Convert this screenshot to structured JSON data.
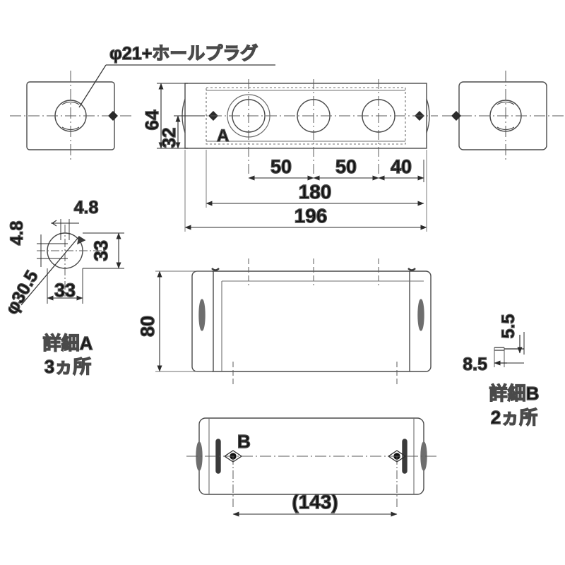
{
  "drawing": {
    "title_note": "φ21+ホールプラグ",
    "background_color": "#ffffff",
    "line_color": "#4a4a4a",
    "text_color": "#111111",
    "views": {
      "left_end": {
        "name": "left-end-view"
      },
      "right_end": {
        "name": "right-end-view"
      },
      "top": {
        "name": "top-view",
        "section_label": "A",
        "dimensions": {
          "height_overall": "64",
          "height_inner": "32",
          "pitch_1": "50",
          "pitch_2": "50",
          "pitch_3": "40",
          "length_inner": "180",
          "length_overall": "196"
        }
      },
      "front": {
        "name": "front-view",
        "dimensions": {
          "height": "80"
        }
      },
      "bottom": {
        "name": "bottom-view",
        "section_label": "B",
        "dimensions": {
          "hole_pitch": "(143)"
        }
      }
    },
    "detail_a": {
      "title": "詳細A",
      "subtitle": "3ヵ所",
      "dim_diameter": "φ30.5",
      "dim_top": "4.8",
      "dim_left": "4.8",
      "dim_right": "33",
      "dim_bottom": "33"
    },
    "detail_b": {
      "title": "詳細B",
      "subtitle": "2ヵ所",
      "dim_vertical": "5.5",
      "dim_horizontal": "8.5"
    }
  }
}
